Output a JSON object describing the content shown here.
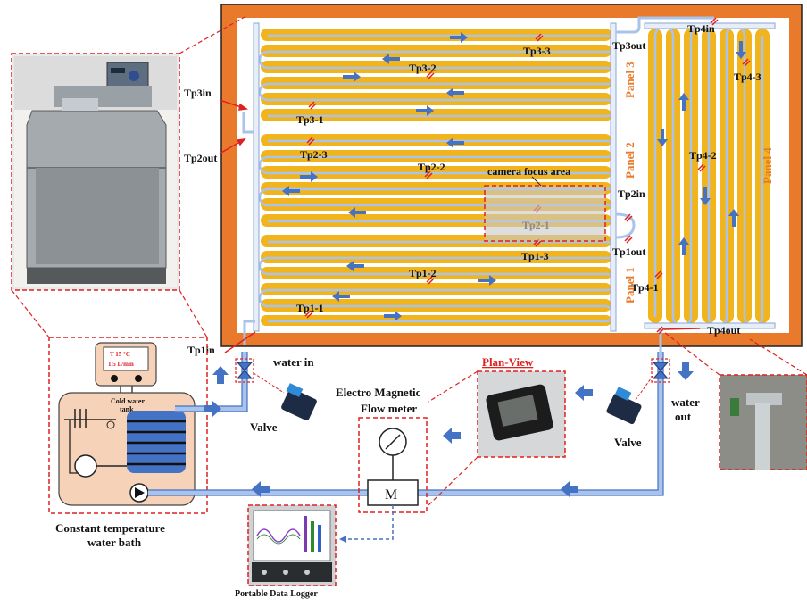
{
  "labels": {
    "tp3in": "Tp3in",
    "tp2out": "Tp2out",
    "tp1in": "Tp1in",
    "tp3out": "Tp3out",
    "tp4in": "Tp4in",
    "tp2in": "Tp2in",
    "tp1out": "Tp1out",
    "tp4out": "Tp4out",
    "tp3_1": "Tp3-1",
    "tp3_2": "Tp3-2",
    "tp3_3": "Tp3-3",
    "tp2_1": "Tp2-1",
    "tp2_2": "Tp2-2",
    "tp2_3": "Tp2-3",
    "tp1_1": "Tp1-1",
    "tp1_2": "Tp1-2",
    "tp1_3": "Tp1-3",
    "tp4_1": "Tp4-1",
    "tp4_2": "Tp4-2",
    "tp4_3": "Tp4-3"
  },
  "panels": {
    "panel1": "Panel 1",
    "panel2": "Panel 2",
    "panel3": "Panel 3",
    "panel4": "Panel 4"
  },
  "camera_focus": "camera focus area",
  "water_in": "water in",
  "water_out_line1": "water",
  "water_out_line2": "out",
  "valve_left": "Valve",
  "valve_right": "Valve",
  "plan_view": "Plan-View",
  "flow_meter_line1": "Electro Magnetic",
  "flow_meter_line2": "Flow meter",
  "meter_letter": "M",
  "tank": {
    "display_line1": "T 15 °C",
    "display_line2": "1.5 L/min",
    "label_line1": "Cold water",
    "label_line2": "tank"
  },
  "bath_caption_line1": "Constant temperature",
  "bath_caption_line2": "water bath",
  "logger_caption": "Portable Data Logger",
  "colors": {
    "frame": "#e97a2b",
    "tube": "#f2b41c",
    "pipe": "#a9c3ea",
    "arrow": "#4472c4",
    "callout": "#e02020",
    "tank_fill": "#f6d2b8"
  }
}
